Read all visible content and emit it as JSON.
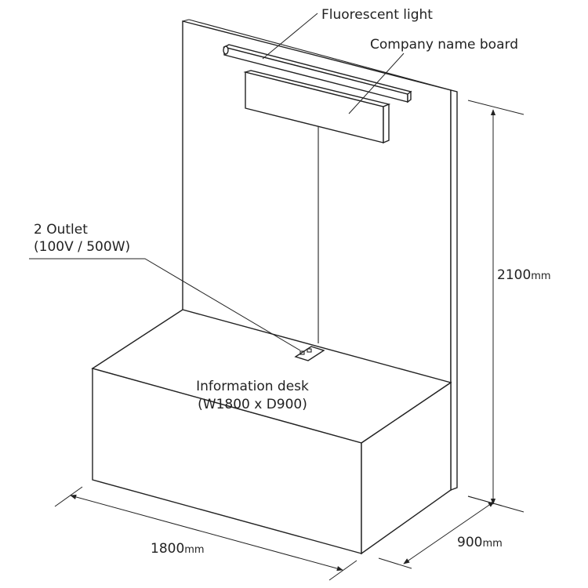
{
  "labels": {
    "fluorescent_light": "Fluorescent light",
    "company_board": "Company name board",
    "outlet_line1": "2 Outlet",
    "outlet_line2": "(100V / 500W)",
    "desk_line1": "Information desk",
    "desk_line2": "(W1800 x D900)"
  },
  "dimensions": {
    "height": {
      "value": "2100",
      "unit": "mm"
    },
    "width": {
      "value": "1800",
      "unit": "mm"
    },
    "depth": {
      "value": "900",
      "unit": "mm"
    }
  },
  "colors": {
    "line": "#222222",
    "background": "#ffffff"
  }
}
